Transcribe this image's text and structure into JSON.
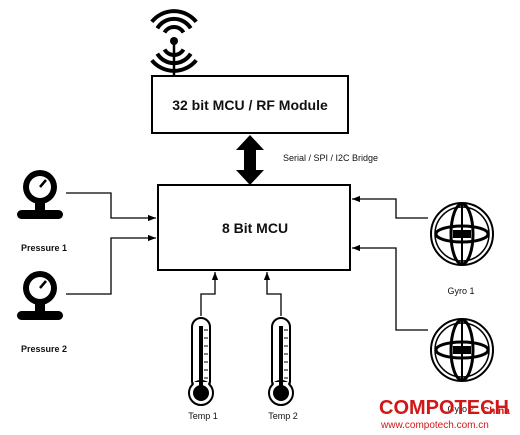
{
  "blocks": {
    "rf_module": "32 bit MCU / RF Module",
    "mcu8": "8 Bit MCU"
  },
  "bridge_label": "Serial / SPI / I2C Bridge",
  "sensors": {
    "pressure": [
      "Pressure 1",
      "Pressure 2"
    ],
    "temp": [
      "Temp 1",
      "Temp 2"
    ],
    "gyro": [
      "Gyro 1",
      "Gyro 2"
    ]
  },
  "watermark": {
    "brand": "COMPOTECH",
    "suffix": "China",
    "url": "www.compotech.com.cn"
  },
  "colors": {
    "line": "#000000",
    "box_fill": "#ffffff",
    "watermark": "#d01818"
  },
  "icons": {
    "antenna": "antenna-icon",
    "pressure": "pressure-gauge-icon",
    "temp": "thermometer-icon",
    "gyro": "gyroscope-icon"
  }
}
